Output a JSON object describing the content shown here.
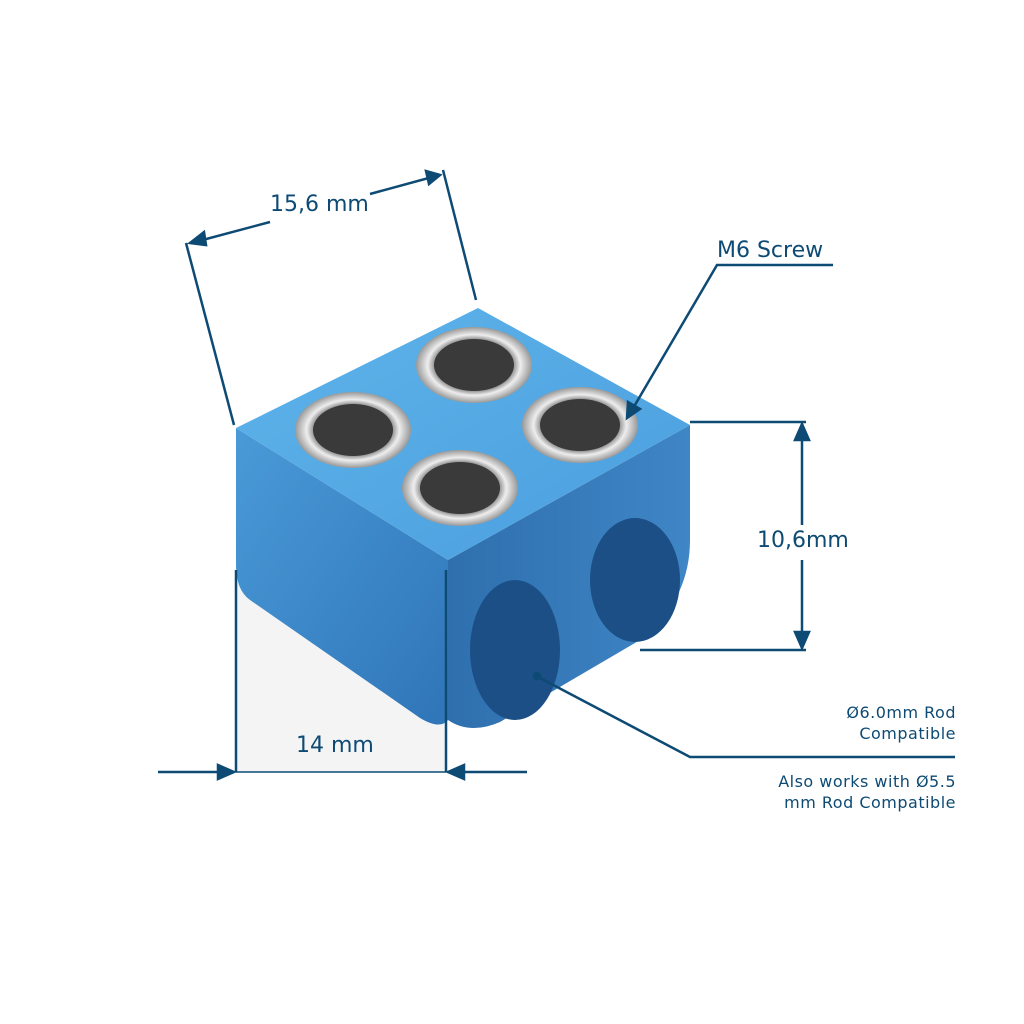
{
  "dimensions": {
    "depth": "15,6 mm",
    "height": "10,6mm",
    "width": "14 mm"
  },
  "callouts": {
    "screw": "M6 Screw",
    "rod_line1": "Ø6.0mm Rod",
    "rod_line2": "Compatible",
    "alt_line1": "Also works with Ø5.5",
    "alt_line2": "mm Rod Compatible"
  },
  "colors": {
    "annotation": "#0d4a74",
    "block": "#3f8fd0"
  }
}
